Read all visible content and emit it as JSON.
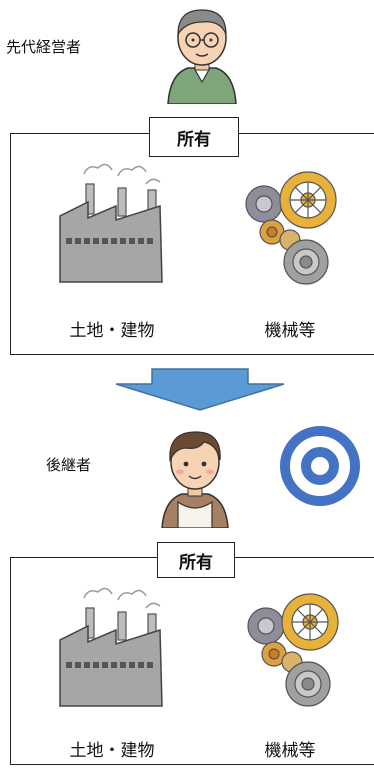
{
  "predecessor": {
    "label": "先代経営者"
  },
  "successor": {
    "label": "後継者"
  },
  "ownership_before": {
    "tag": "所有",
    "assets": [
      {
        "label": "土地・建物"
      },
      {
        "label": "機械等"
      }
    ]
  },
  "ownership_after": {
    "tag": "所有",
    "assets": [
      {
        "label": "土地・建物"
      },
      {
        "label": "機械等"
      }
    ]
  },
  "colors": {
    "arrow": "#5b9bd5",
    "double_circle": "#4472c4",
    "factory": "#a6a6a6",
    "gear_gold": "#e8b23a",
    "gear_gray": "#a0a0a0"
  },
  "icons": {
    "predecessor": "elder-man-with-glasses-icon",
    "successor": "young-man-icon",
    "factory": "factory-icon",
    "gears": "gears-icon",
    "transfer": "down-arrow-icon",
    "evaluation": "double-circle-icon"
  }
}
